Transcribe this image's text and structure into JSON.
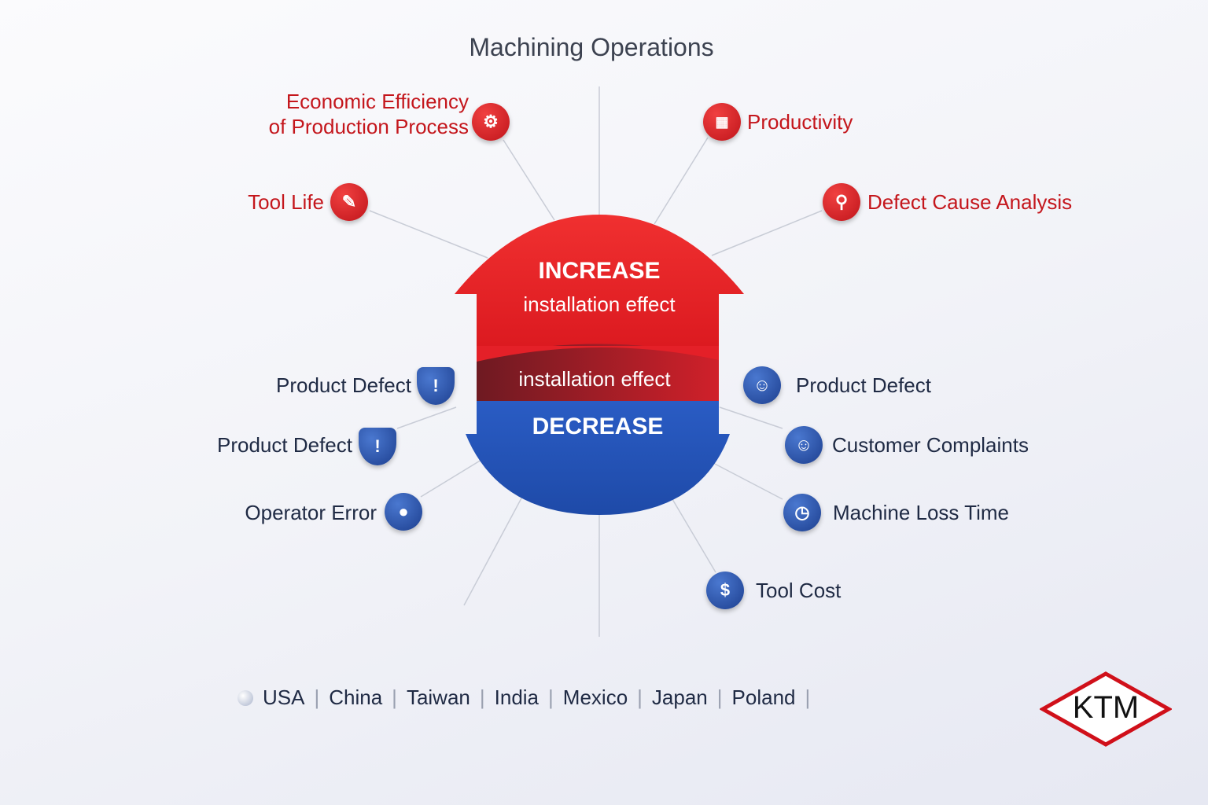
{
  "title": "Machining Operations",
  "center": {
    "increase": "INCREASE",
    "increase_sub": "installation effect",
    "middle_sub": "installation effect",
    "decrease": "DECREASE"
  },
  "increase_items": [
    {
      "label": "Economic Efficiency",
      "label2": "of Production Process",
      "icon": "gear-icon"
    },
    {
      "label": "Tool Life",
      "icon": "pencil-icon"
    },
    {
      "label": "Productivity",
      "icon": "calendar-chart-icon"
    },
    {
      "label": "Defect Cause Analysis",
      "icon": "magnifier-icon"
    }
  ],
  "decrease_items": [
    {
      "label": "Product Defect",
      "icon": "shield-alert-icon"
    },
    {
      "label": "Product Defect",
      "icon": "shield-alert-icon"
    },
    {
      "label": "Operator Error",
      "icon": "user-icon"
    },
    {
      "label": "Product Defect",
      "icon": "face-icon"
    },
    {
      "label": "Customer Complaints",
      "icon": "face-icon"
    },
    {
      "label": "Machine Loss Time",
      "icon": "clock-icon"
    },
    {
      "label": "Tool Cost",
      "icon": "dollar-icon"
    }
  ],
  "countries": [
    "USA",
    "China",
    "Taiwan",
    "India",
    "Mexico",
    "Japan",
    "Poland"
  ],
  "logo": "KTM",
  "colors": {
    "red": "#e8202a",
    "blue": "#2458c0",
    "logo_red": "#d0101a"
  }
}
